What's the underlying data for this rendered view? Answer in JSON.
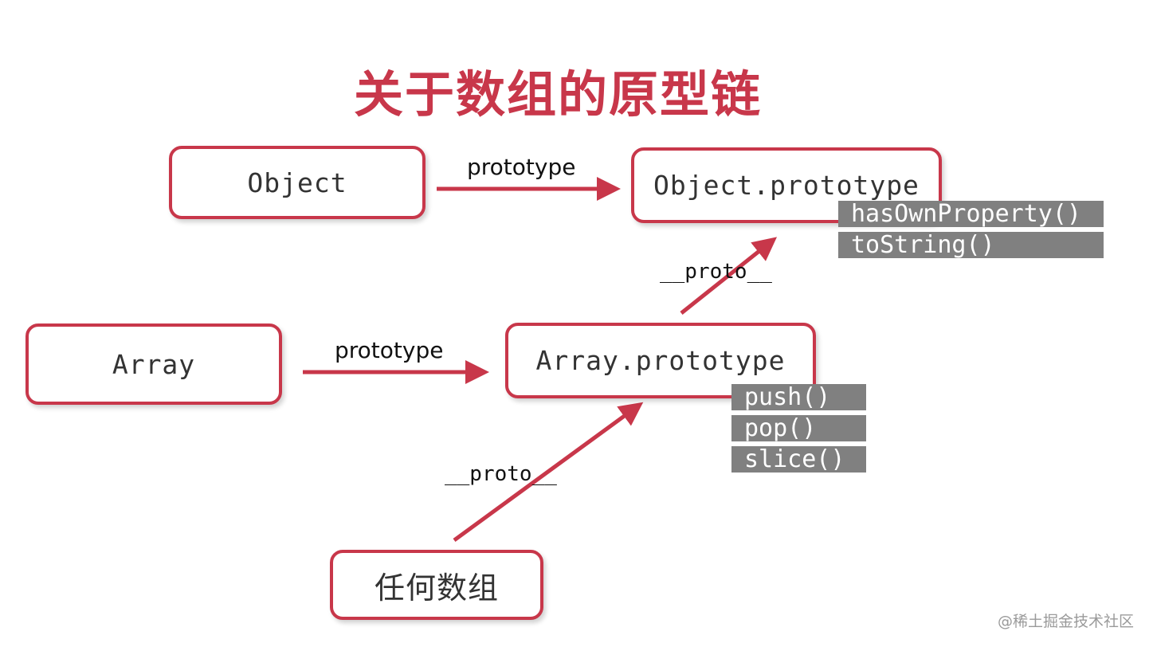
{
  "title": "关于数组的原型链",
  "nodes": {
    "object": "Object",
    "object_prototype": "Object.prototype",
    "array": "Array",
    "array_prototype": "Array.prototype",
    "any_array": "任何数组"
  },
  "object_prototype_methods": [
    "hasOwnProperty()",
    "toString()"
  ],
  "array_prototype_methods": [
    "push()",
    "pop()",
    "slice()"
  ],
  "edges": {
    "object_to_proto": "prototype",
    "array_to_proto": "prototype",
    "array_proto_to_object_proto": "__proto__",
    "any_array_to_array_proto": "__proto__"
  },
  "colors": {
    "accent": "#c8374a",
    "method_bg": "#808080"
  },
  "watermark": "@稀土掘金技术社区"
}
